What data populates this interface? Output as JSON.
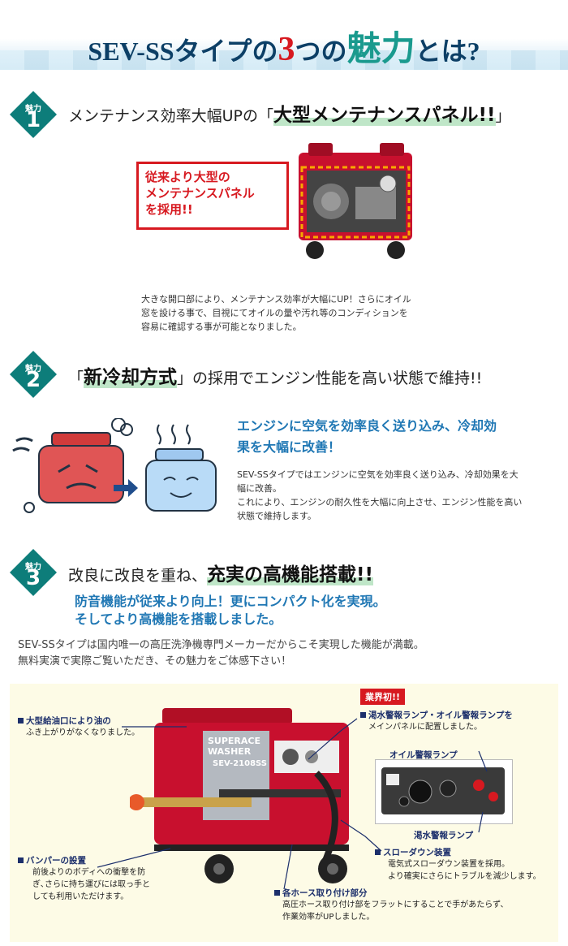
{
  "header": {
    "title_pre": "SEV-SSタイプの",
    "title_num": "3",
    "title_mid": "つの",
    "title_big": "魅力",
    "title_post": "とは?"
  },
  "feature1": {
    "badge_label": "魅力",
    "badge_num": "1",
    "heading_pre": "メンテナンス効率大幅UPの「",
    "heading_hl": "大型メンテナンスパネル!!",
    "heading_post": "」",
    "callout": [
      "従来より大型の",
      "メンテナンスパネル",
      "を採用!!"
    ],
    "body": [
      "大きな開口部により、メンテナンス効率が大幅にUP！さらにオイル",
      "窓を設ける事で、目視にてオイルの量や汚れ等のコンディションを",
      "容易に確認する事が可能となりました。"
    ]
  },
  "feature2": {
    "badge_label": "魅力",
    "badge_num": "2",
    "heading_pre": "「",
    "heading_hl": "新冷却方式",
    "heading_post": "」の採用でエンジン性能を高い状態で維持!!",
    "lead": [
      "エンジンに空気を効率良く送り込み、冷却効",
      "果を大幅に改善！"
    ],
    "body": [
      "SEV-SSタイプではエンジンに空気を効率良く送り込み、冷却効果を大",
      "幅に改善。",
      "これにより、エンジンの耐久性を大幅に向上させ、エンジン性能を高い",
      "状態で維持します。"
    ]
  },
  "feature3": {
    "badge_label": "魅力",
    "badge_num": "3",
    "heading_pre": "改良に改良を重ね、",
    "heading_hl": "充実の高機能搭載!!",
    "lead": [
      "防音機能が従来より向上！更にコンパクト化を実現。",
      "そしてより高機能を搭載しました。"
    ],
    "body": [
      "SEV-SSタイプは国内唯一の高圧洗浄機専門メーカーだからこそ実現した機能が満載。",
      "無料実演で実際ご覧いただき、その魅力をご体感下さい！"
    ]
  },
  "panel": {
    "red_tag": "業界初!!",
    "machine_brand": [
      "SUPERACE",
      "WASHER"
    ],
    "machine_model": "SEV-2108SS",
    "lamp_oil": "オイル警報ランプ",
    "lamp_water": "渇水警報ランプ",
    "labels": [
      {
        "title": "大型給油口により油の",
        "lines": [
          "ふき上がりがなくなりました。"
        ]
      },
      {
        "title": "渇水警報ランプ・オイル警報ランプを",
        "lines": [
          "メインパネルに配置しました。"
        ]
      },
      {
        "title": "バンパーの設置",
        "lines": [
          "前後よりのボディへの衝撃を防",
          "ぎ､さらに持ち運びには取っ手と",
          "しても利用いただけます。"
        ]
      },
      {
        "title": "スローダウン装置",
        "lines": [
          "電気式スローダウン装置を採用。",
          "より確実にさらにトラブルを減少します。"
        ]
      },
      {
        "title": "各ホース取り付け部分",
        "lines": [
          "高圧ホース取り付け部をフラットにすることで手があたらず、",
          "作業効率がUPしました。"
        ]
      }
    ]
  }
}
